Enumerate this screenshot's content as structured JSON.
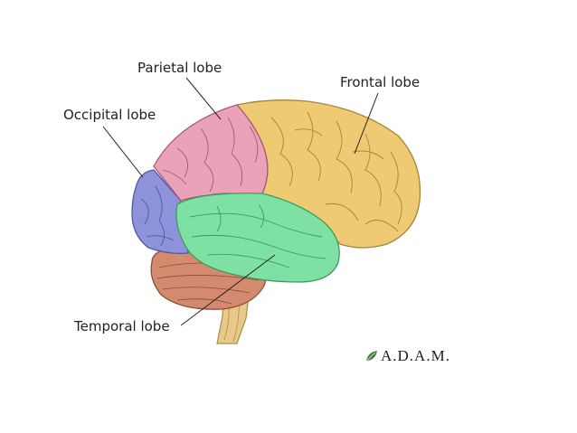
{
  "labels": {
    "parietal": "Parietal lobe",
    "frontal": "Frontal lobe",
    "occipital": "Occipital lobe",
    "temporal": "Temporal lobe"
  },
  "logo": {
    "text": "A.D.A.M.",
    "icon": "leaf-icon"
  },
  "colors": {
    "frontal": "#eecb72",
    "parietal": "#eaa2b8",
    "occipital": "#8e92da",
    "temporal": "#7ee0a2",
    "cerebellum": "#d48a6e",
    "brainstem": "#e8c98a"
  }
}
